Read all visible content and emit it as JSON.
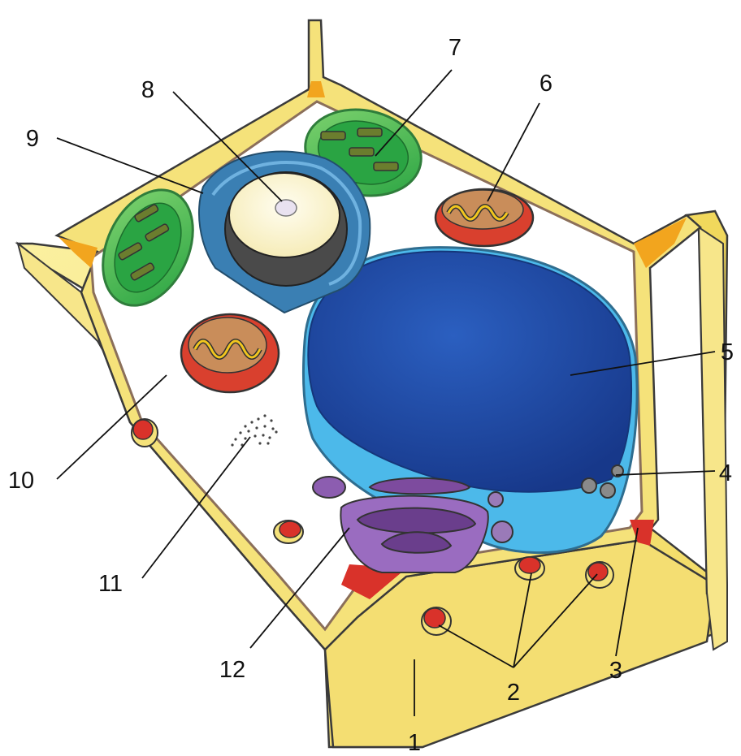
{
  "diagram": {
    "labels": [
      "1",
      "2",
      "3",
      "4",
      "5",
      "6",
      "7",
      "8",
      "9",
      "10",
      "11",
      "12"
    ]
  },
  "colors": {
    "wall_fill": "#f5e27a",
    "wall_stroke": "#3a3a3a",
    "wall_highlight": "#fbf1a8",
    "junction_red": "#d9322a",
    "junction_orange": "#f2a51e",
    "nucleus_dark": "#1f4fa8",
    "nucleus_light": "#4cb9ea",
    "chloroplast": "#3dbb4e",
    "mitochondrion_outer": "#d9402e",
    "mitochondrion_inner": "#f2c61e",
    "vacuole": "#fbf7d8",
    "vacuole_shadow": "#4a4a4a",
    "er_blue": "#3a7fb3",
    "golgi": "#7d4b9e",
    "plasmodesma": "#d9322a"
  }
}
